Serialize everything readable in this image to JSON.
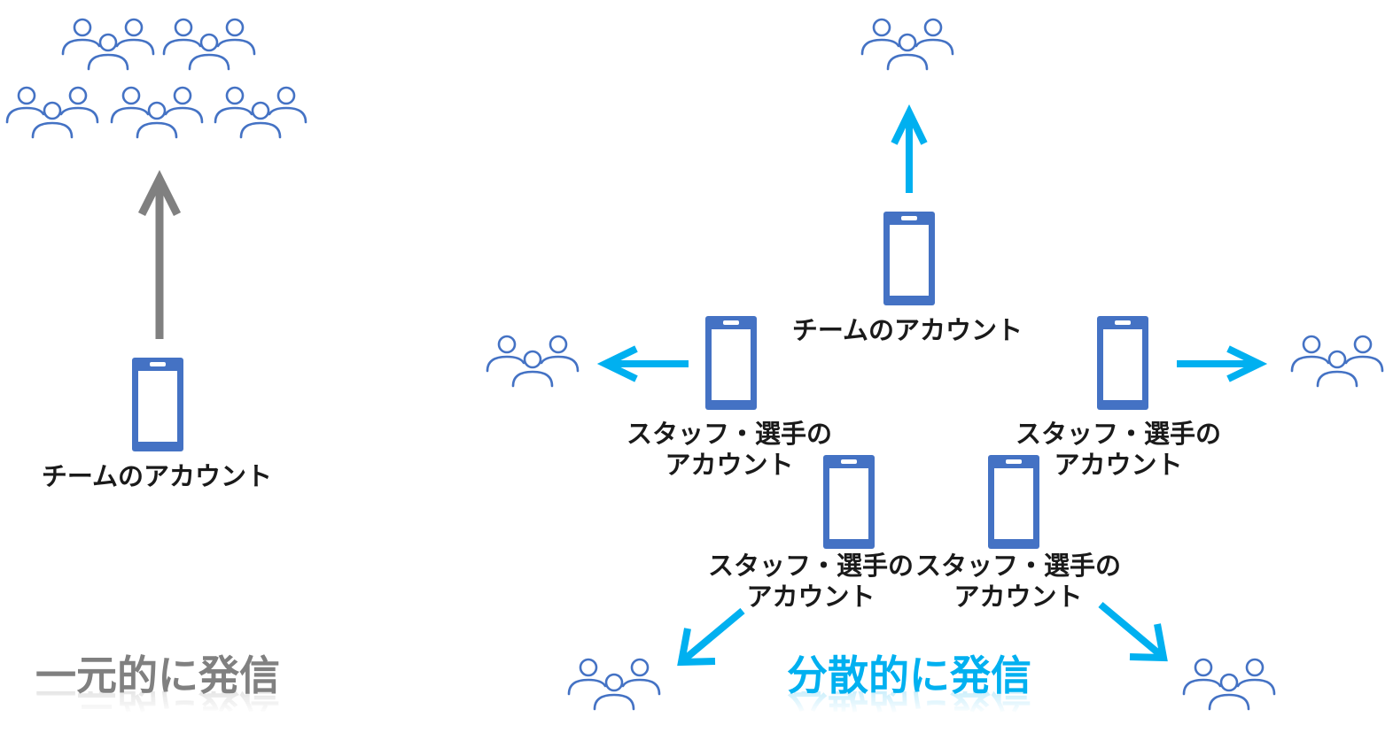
{
  "left": {
    "account_label": "チームのアカウント",
    "caption": "一元的に発信"
  },
  "right": {
    "team_account_label": "チームのアカウント",
    "staff_labels": [
      [
        "スタッフ・選手の",
        "アカウント"
      ],
      [
        "スタッフ・選手の",
        "アカウント"
      ],
      [
        "スタッフ・選手の",
        "アカウント"
      ],
      [
        "スタッフ・選手の",
        "アカウント"
      ]
    ],
    "caption": "分散的に発信"
  },
  "colors": {
    "phone": "#4472c4",
    "people": "#4472c4",
    "arrow_left": "#808080",
    "arrow_right": "#00b0f0",
    "caption_left": "#808080",
    "caption_right": "#00b0f0",
    "label_text": "#1a1a1a"
  },
  "icons": {
    "phone": "smartphone-icon",
    "audience": "people-group-icon",
    "arrow": "arrow-icon"
  }
}
